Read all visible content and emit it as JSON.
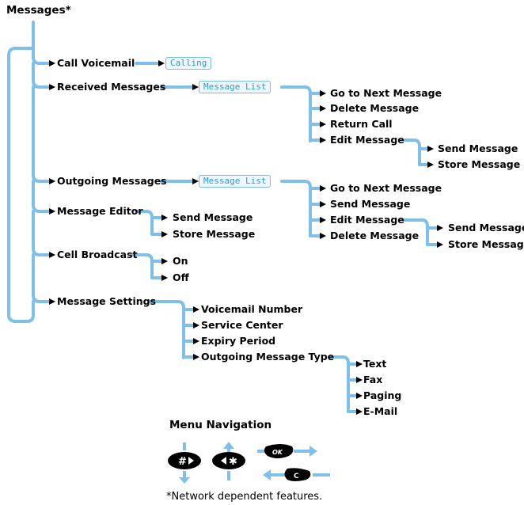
{
  "title": "Messages*",
  "menu": [
    {
      "label": "Call Voicemail",
      "screen": "Calling"
    },
    {
      "label": "Received Messages",
      "screen": "Message List",
      "children": [
        "Go to Next Message",
        "Delete Message",
        "Return Call",
        "Edit Message"
      ],
      "edit_children": [
        "Send Message",
        "Store Message"
      ]
    },
    {
      "label": "Outgoing Messages",
      "screen": "Message List",
      "children": [
        "Go to Next Message",
        "Send Message",
        "Edit Message",
        "Delete Message"
      ],
      "edit_children": [
        "Send Message",
        "Store Message"
      ]
    },
    {
      "label": "Message Editor",
      "children": [
        "Send Message",
        "Store Message"
      ]
    },
    {
      "label": "Cell Broadcast",
      "children": [
        "On",
        "Off"
      ]
    },
    {
      "label": "Message Settings",
      "children": [
        "Voicemail Number",
        "Service Center",
        "Expiry Period",
        "Outgoing Message Type"
      ],
      "type_children": [
        "Text",
        "Fax",
        "Paging",
        "E-Mail"
      ]
    }
  ],
  "navigation": {
    "title": "Menu Navigation",
    "keys": {
      "hash": "#",
      "star": "✱",
      "ok": "OK",
      "clear": "C"
    }
  },
  "footnote": "*Network dependent features.",
  "colors": {
    "line": "#7ec0ea",
    "lcd_text": "#2f9ad8",
    "lcd_bg": "#eef7fd"
  }
}
